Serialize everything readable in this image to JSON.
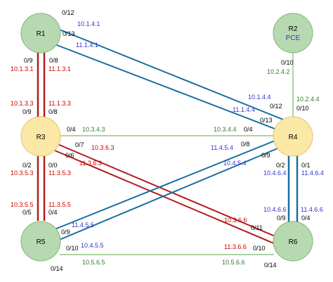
{
  "colors": {
    "blue": "#1a6fa0",
    "red": "#b51c1c",
    "green": "#5aa84a",
    "node_green_fill": "#b7d9b1",
    "node_green_stroke": "#7fb577",
    "node_yellow_fill": "#fbe7a6",
    "node_yellow_stroke": "#e2c46a",
    "text_black": "#000000",
    "text_blue": "#3333cc",
    "text_red": "#cc0000",
    "text_green": "#2f7d2f"
  },
  "nodes": {
    "r1": {
      "name": "R1",
      "sub": ""
    },
    "r2": {
      "name": "R2",
      "sub": "PCE"
    },
    "r3": {
      "name": "R3",
      "sub": ""
    },
    "r4": {
      "name": "R4",
      "sub": ""
    },
    "r5": {
      "name": "R5",
      "sub": ""
    },
    "r6": {
      "name": "R6",
      "sub": ""
    }
  },
  "labels": {
    "r1_if_0_12": "0/12",
    "r1_addr_10_1_4_1": "10.1.4.1",
    "r1_if_0_13": "0/13",
    "r1_addr_11_1_4_1": "11.1.4.1",
    "r1_if_0_9": "0/9",
    "r1_if_0_8": "0/8",
    "r1_addr_10_1_3_1": "10.1.3.1",
    "r1_addr_11_1_3_1": "11.1.3.1",
    "r3_addr_10_1_3_3": "10.1.3.3",
    "r3_addr_11_1_3_3": "11.1.3.3",
    "r3_if_0_9": "0/9",
    "r3_if_0_8": "0/8",
    "r2_if_0_10": "0/10",
    "r2_addr_10_2_4_2": "10.2.4.2",
    "r4_addr_10_2_4_4": "10.2.4.4",
    "r4_if_0_10": "0/10",
    "r4_addr_10_1_4_4": "10.1.4.4",
    "r4_if_0_12": "0/12",
    "r4_addr_11_1_4_4": "11.1.4.4",
    "r4_if_0_13": "0/13",
    "r3_if_0_4": "0/4",
    "r3_addr_10_3_4_3": "10.3.4.3",
    "r4_addr_10_3_4_4": "10.3.4.4",
    "r4_if_0_4": "0/4",
    "r3_if_0_7": "0/7",
    "r3_addr_10_3_6_3": "10.3.6.3",
    "r3_if_0_6": "0/6",
    "r3_addr_11_3_6_3": "11.3.6.3",
    "r3_if_0_2": "0/2",
    "r3_if_0_0": "0/0",
    "r3_addr_10_3_5_3": "10.3.5.3",
    "r3_addr_11_3_5_3": "11.3.5.3",
    "r5_addr_10_3_5_5": "10.3.5.5",
    "r5_addr_11_3_5_5": "11.3.5.5",
    "r5_if_0_5": "0/5",
    "r5_if_0_4": "0/4",
    "r4_if_0_8": "0/8",
    "r4_addr_11_4_5_4": "11.4.5.4",
    "r4_if_0_9": "0/9",
    "r4_addr_10_4_5_4": "10.4.5.4",
    "r4_if_0_2": "0/2",
    "r4_if_0_1": "0/1",
    "r4_addr_10_4_6_4": "10.4.6.4",
    "r4_addr_11_4_6_4": "11.4.6.4",
    "r6_addr_10_4_6_6": "10.4.6.6",
    "r6_addr_11_4_6_6": "11.4.6.6",
    "r6_if_0_9": "0/9",
    "r6_if_0_4": "0/4",
    "r6_addr_10_3_6_6": "10.3.6.6",
    "r6_if_0_11": "0/11",
    "r6_addr_11_3_6_6": "11.3.6.6",
    "r6_if_0_10": "0/10",
    "r5_addr_11_4_5_5": "11.4.5.5",
    "r5_if_0_9": "0/9",
    "r5_addr_10_4_5_5": "10.4.5.5",
    "r5_if_0_10": "0/10",
    "r5_addr_10_5_6_5": "10.5.6.5",
    "r6_addr_10_5_6_6": "10.5.6.6",
    "r5_if_0_14": "0/14",
    "r6_if_0_14": "0/14"
  }
}
